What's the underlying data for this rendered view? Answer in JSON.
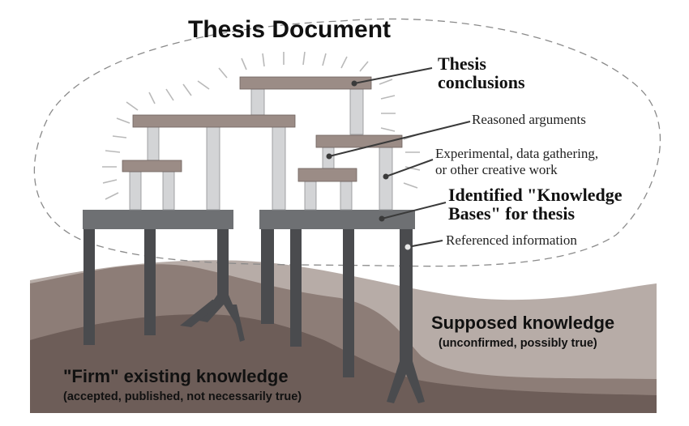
{
  "title": "Thesis Document",
  "labels": {
    "thesis_conclusions_line1": "Thesis",
    "thesis_conclusions_line2": "conclusions",
    "reasoned_arguments": "Reasoned arguments",
    "experimental_line1": "Experimental, data gathering,",
    "experimental_line2": "or other creative work",
    "knowledge_bases_line1": "Identified \"Knowledge",
    "knowledge_bases_line2": "Bases\" for thesis",
    "referenced_information": "Referenced information"
  },
  "ground": {
    "firm_title": "\"Firm\" existing knowledge",
    "firm_subtitle": "(accepted, published, not necessarily true)",
    "supposed_title": "Supposed knowledge",
    "supposed_subtitle": "(unconfirmed, possibly true)"
  },
  "colors": {
    "ground_light": "#b7aca7",
    "ground_mid": "#8d7d77",
    "ground_dark": "#6d5d58",
    "beam": "#9b8c86",
    "platform": "#6e7073",
    "pillar_light": "#d3d4d6",
    "leg_dark": "#4a4b4e",
    "dashed_outline": "#8a8a8a"
  }
}
